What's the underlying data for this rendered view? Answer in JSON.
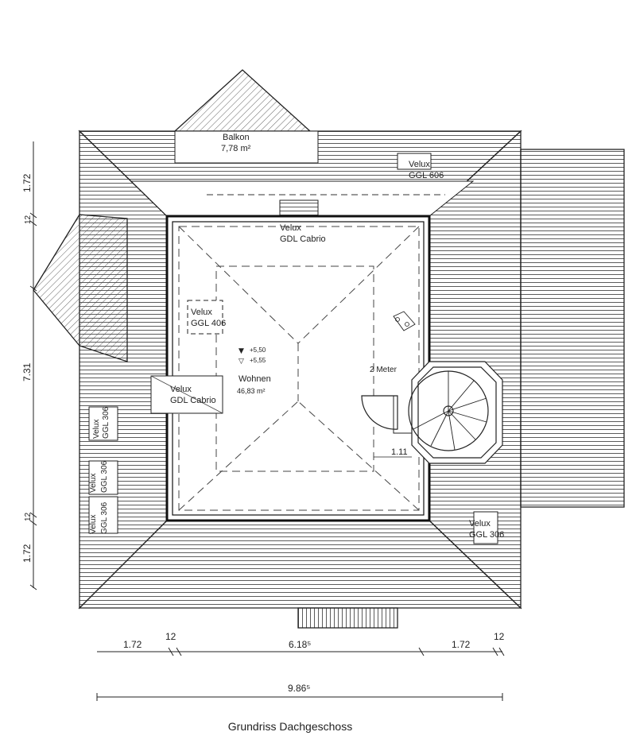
{
  "caption": "Grundriss Dachgeschoss",
  "rooms": {
    "balkon": {
      "name": "Balkon",
      "area": "7,78 m²"
    },
    "wohnen": {
      "name": "Wohnen",
      "area": "46,83 m²"
    }
  },
  "windows": {
    "top_right": {
      "brand": "Velux",
      "model": "GGL 606"
    },
    "top_center": {
      "brand": "Velux",
      "model": "GDL Cabrio"
    },
    "left_upper": {
      "brand": "Velux",
      "model": "GGL 406"
    },
    "left_mid": {
      "brand": "Velux",
      "model": "GDL Cabrio"
    },
    "left_roof": [
      {
        "brand": "Velux",
        "model": "GGL 306"
      },
      {
        "brand": "Velux",
        "model": "GGL 306"
      },
      {
        "brand": "Velux",
        "model": "GGL 306"
      }
    ],
    "bottom_right": {
      "brand": "Velux",
      "model": "GGL 306"
    }
  },
  "levels": {
    "level_a": "+5,50",
    "level_b": "+5,55"
  },
  "stair": {
    "label": "2 Meter",
    "dim": "1.11"
  },
  "dims_bottom": {
    "seg1": "1.72",
    "seg2": "12",
    "seg3": "6.18⁵",
    "seg4": "1.72",
    "seg5": "12",
    "total": "9.86⁵"
  },
  "dims_left": {
    "top": "1.72",
    "top_small": "12",
    "middle": "7.31",
    "bottom_small": "12",
    "bottom": "1.72"
  }
}
